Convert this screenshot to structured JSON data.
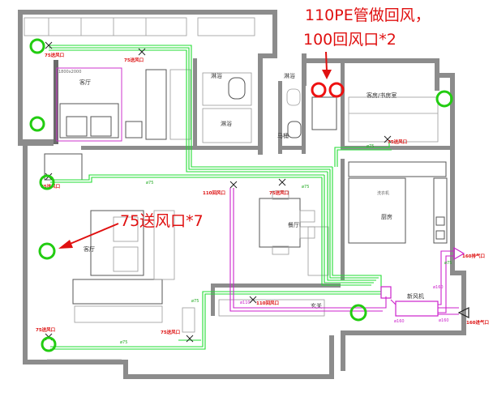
{
  "annotations": {
    "return_note_line1": "110PE管做回风，",
    "return_note_line2": "100回风口*2",
    "supply_note": "75送风口*7"
  },
  "rooms": {
    "living_room_top": "客厅",
    "living_room_main": "客厅",
    "bath_1": "淋浴",
    "bath_2": "淋浴",
    "bath_3": "淋浴",
    "toilet": "马桶",
    "guest_study": "客房/书房室",
    "dining": "餐厅",
    "kitchen": "厨房",
    "hallway": "玄关",
    "equipment": "新风机",
    "washer": "洗衣机",
    "bed_size": "1800x2000"
  },
  "vents": {
    "v1": "75送风口",
    "v2": "75送风口",
    "v3": "75送风口",
    "v4": "110回风口",
    "v5": "75送风口",
    "v6": "75送风口",
    "v7": "75送风口",
    "v8": "110回风口",
    "v9": "75送风口",
    "v10": "160排气口",
    "v11": "160进气口"
  },
  "duct_sizes": {
    "d1": "ø75",
    "d2": "ø75",
    "d3": "ø75",
    "d4": "ø75",
    "d5": "ø110",
    "d6": "ø160",
    "d7": "ø160",
    "d8": "ø160",
    "d9": "ø75",
    "d10": "ø75"
  },
  "colors": {
    "supply_duct": "#22dd33",
    "return_duct": "#cc22cc",
    "annotation": "#e01010",
    "wall": "#8c8c8c"
  }
}
